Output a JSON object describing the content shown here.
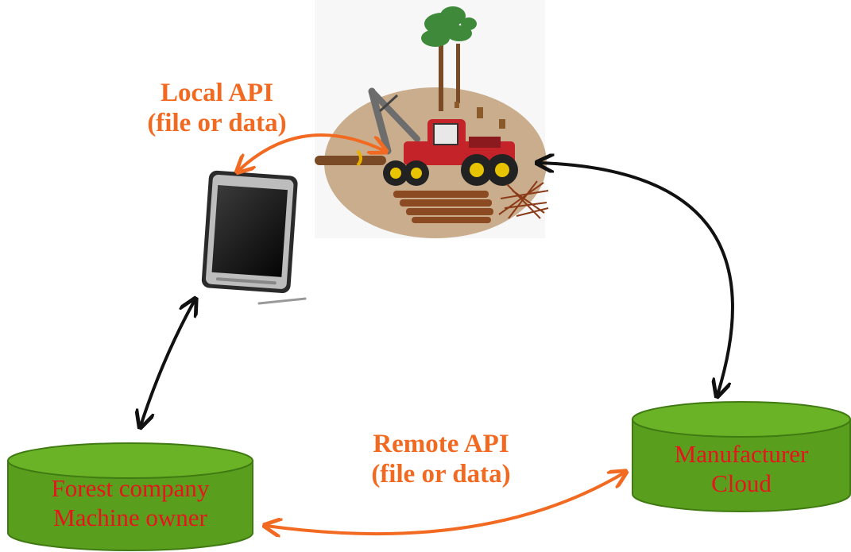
{
  "diagram": {
    "local_api": {
      "line1": "Local API",
      "line2": "(file or data)"
    },
    "remote_api": {
      "line1": "Remote API",
      "line2": "(file or data)"
    },
    "forest_company_db": {
      "line1": "Forest company",
      "line2": "Machine owner"
    },
    "manufacturer_cloud_db": {
      "line1": "Manufacturer",
      "line2": "Cloud"
    }
  },
  "colors": {
    "api_label": "#f26a21",
    "db_label": "#e8141c",
    "db_fill": "#5a9e1e",
    "orange_arrow": "#f26a21",
    "black_arrow": "#111111",
    "ground": "#c9ad8c"
  },
  "icons": [
    "tablet-icon",
    "forest-harvester-icon"
  ]
}
